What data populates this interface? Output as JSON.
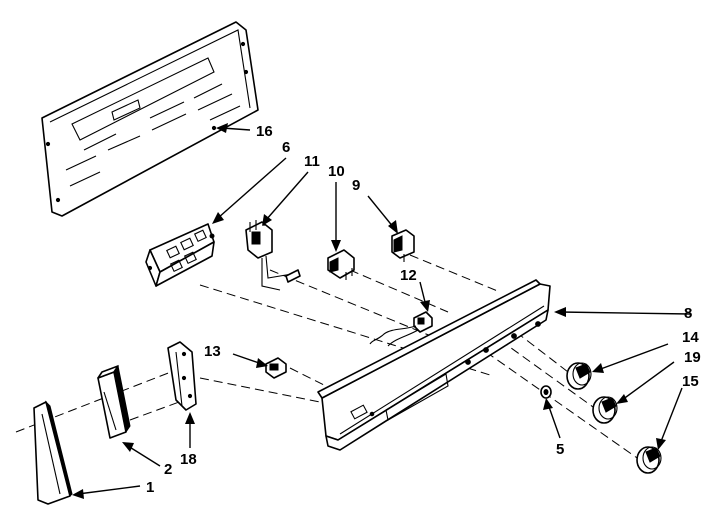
{
  "callouts": {
    "c1": "1",
    "c2": "2",
    "c5": "5",
    "c6": "6",
    "c8": "8",
    "c9": "9",
    "c10": "10",
    "c11": "11",
    "c12": "12",
    "c13": "13",
    "c14": "14",
    "c15": "15",
    "c16": "16",
    "c18": "18",
    "c19": "19"
  }
}
